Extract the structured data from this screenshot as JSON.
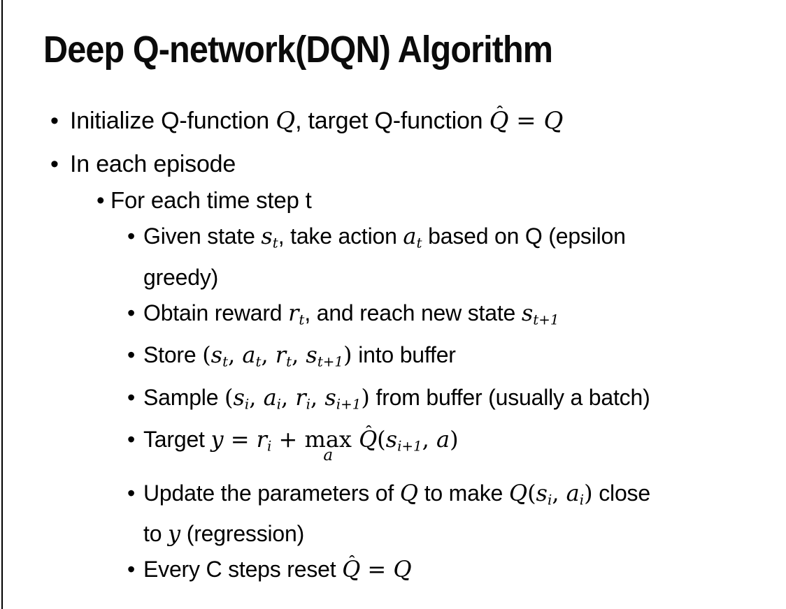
{
  "page": {
    "background_color": "#ffffff",
    "text_color": "#000000",
    "left_edge_line_color": "#000000"
  },
  "slide": {
    "title": "Deep Q-network(DQN) Algorithm",
    "bullet_glyph": "•",
    "bullets": [
      {
        "level": 1,
        "lines": [
          [
            {
              "t": "txt",
              "v": "Initialize Q-function "
            },
            {
              "t": "m",
              "v": "Q"
            },
            {
              "t": "txt",
              "v": ", target Q-function "
            },
            {
              "t": "hat",
              "v": "Q"
            },
            {
              "t": "mn",
              "v": " = "
            },
            {
              "t": "m",
              "v": "Q"
            }
          ]
        ]
      },
      {
        "level": 1,
        "lines": [
          [
            {
              "t": "txt",
              "v": "In each episode"
            }
          ]
        ]
      },
      {
        "level": 2,
        "lines": [
          [
            {
              "t": "txt",
              "v": "For each time step t"
            }
          ]
        ]
      },
      {
        "level": 3,
        "lines": [
          [
            {
              "t": "txt",
              "v": "Given state "
            },
            {
              "t": "ms",
              "v": "s",
              "sub": "t"
            },
            {
              "t": "txt",
              "v": ", take action "
            },
            {
              "t": "ms",
              "v": "a",
              "sub": "t"
            },
            {
              "t": "txt",
              "v": " based on Q (epsilon"
            }
          ],
          [
            {
              "t": "txt",
              "v": "greedy)"
            }
          ]
        ]
      },
      {
        "level": 3,
        "lines": [
          [
            {
              "t": "txt",
              "v": "Obtain reward "
            },
            {
              "t": "ms",
              "v": "r",
              "sub": "t"
            },
            {
              "t": "txt",
              "v": ", and reach new state "
            },
            {
              "t": "ms",
              "v": "s",
              "sub": "t+1"
            }
          ]
        ]
      },
      {
        "level": 3,
        "lines": [
          [
            {
              "t": "txt",
              "v": "Store "
            },
            {
              "t": "mn",
              "v": "("
            },
            {
              "t": "ms",
              "v": "s",
              "sub": "t"
            },
            {
              "t": "mn",
              "v": ", "
            },
            {
              "t": "ms",
              "v": "a",
              "sub": "t"
            },
            {
              "t": "mn",
              "v": ", "
            },
            {
              "t": "ms",
              "v": "r",
              "sub": "t"
            },
            {
              "t": "mn",
              "v": ", "
            },
            {
              "t": "ms",
              "v": "s",
              "sub": "t+1"
            },
            {
              "t": "mn",
              "v": ")"
            },
            {
              "t": "txt",
              "v": " into buffer"
            }
          ]
        ]
      },
      {
        "level": 3,
        "lines": [
          [
            {
              "t": "txt",
              "v": "Sample "
            },
            {
              "t": "mn",
              "v": "("
            },
            {
              "t": "ms",
              "v": "s",
              "sub": "i"
            },
            {
              "t": "mn",
              "v": ", "
            },
            {
              "t": "ms",
              "v": "a",
              "sub": "i"
            },
            {
              "t": "mn",
              "v": ", "
            },
            {
              "t": "ms",
              "v": "r",
              "sub": "i"
            },
            {
              "t": "mn",
              "v": ", "
            },
            {
              "t": "ms",
              "v": "s",
              "sub": "i+1"
            },
            {
              "t": "mn",
              "v": ")"
            },
            {
              "t": "txt",
              "v": " from buffer (usually a batch)"
            }
          ]
        ]
      },
      {
        "level": 3,
        "lines": [
          [
            {
              "t": "txt",
              "v": "Target "
            },
            {
              "t": "m",
              "v": "y"
            },
            {
              "t": "mn",
              "v": " = "
            },
            {
              "t": "ms",
              "v": "r",
              "sub": "i"
            },
            {
              "t": "mn",
              "v": " + "
            },
            {
              "t": "mx",
              "v": "max",
              "sub": "a"
            },
            {
              "t": "mn",
              "v": " "
            },
            {
              "t": "hat",
              "v": "Q"
            },
            {
              "t": "mn",
              "v": "("
            },
            {
              "t": "ms",
              "v": "s",
              "sub": "i+1"
            },
            {
              "t": "mn",
              "v": ", "
            },
            {
              "t": "m",
              "v": "a"
            },
            {
              "t": "mn",
              "v": ")"
            }
          ]
        ]
      },
      {
        "level": 3,
        "lines": [
          [
            {
              "t": "txt",
              "v": "Update the parameters of "
            },
            {
              "t": "m",
              "v": "Q"
            },
            {
              "t": "txt",
              "v": " to make "
            },
            {
              "t": "m",
              "v": "Q"
            },
            {
              "t": "mn",
              "v": "("
            },
            {
              "t": "ms",
              "v": "s",
              "sub": "i"
            },
            {
              "t": "mn",
              "v": ", "
            },
            {
              "t": "ms",
              "v": "a",
              "sub": "i"
            },
            {
              "t": "mn",
              "v": ")"
            },
            {
              "t": "txt",
              "v": " close"
            }
          ],
          [
            {
              "t": "txt",
              "v": "to "
            },
            {
              "t": "m",
              "v": "y"
            },
            {
              "t": "txt",
              "v": " (regression)"
            }
          ]
        ]
      },
      {
        "level": 3,
        "lines": [
          [
            {
              "t": "txt",
              "v": "Every C steps reset "
            },
            {
              "t": "hat",
              "v": "Q"
            },
            {
              "t": "mn",
              "v": " = "
            },
            {
              "t": "m",
              "v": "Q"
            }
          ]
        ]
      }
    ]
  }
}
